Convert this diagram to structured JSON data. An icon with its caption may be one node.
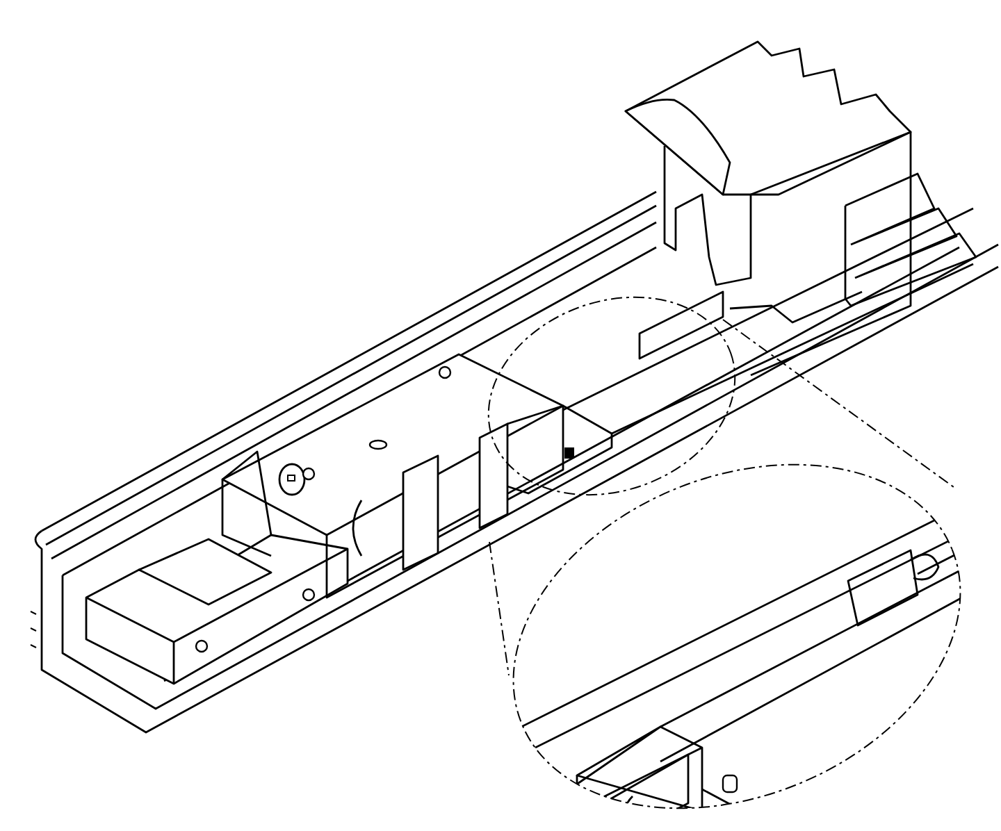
{
  "diagram": {
    "nodes": [
      {
        "text": [],
        "shape": "circle"
      },
      {
        "text": [],
        "shape": "picture"
      }
    ],
    "edges": [
      {
        "from": 0,
        "to": 1,
        "arrow": "none",
        "style": "dashed"
      },
      {
        "from": 0,
        "to": 1,
        "arrow": "none",
        "style": "dashed"
      }
    ]
  }
}
